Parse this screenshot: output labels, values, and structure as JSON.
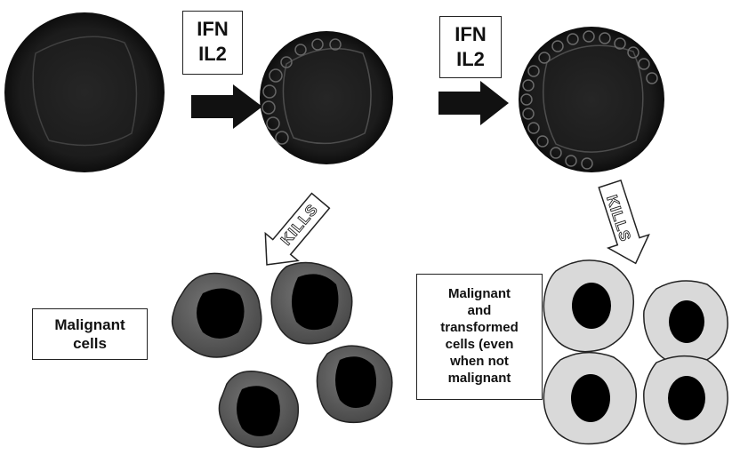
{
  "cytokine_box_1": {
    "line1": "IFN",
    "line2": "IL2"
  },
  "cytokine_box_2": {
    "line1": "IFN",
    "line2": "IL2"
  },
  "kills_arrow_1": {
    "label": "KILLS"
  },
  "kills_arrow_2": {
    "label": "KILLS"
  },
  "malignant_cells_box": {
    "line1": "Malignant",
    "line2": "cells"
  },
  "transformed_cells_box": {
    "line1": "Malignant",
    "line2": "and",
    "line3": "transformed",
    "line4": "cells (even",
    "line5": "when not",
    "line6": "malignant"
  },
  "colors": {
    "cell_dark": "#1e1e1e",
    "malignant_cytoplasm": "#5a5a5a",
    "healthy_cytoplasm": "#d9d9d9",
    "nucleus": "#000000",
    "arrow": "#111111"
  }
}
